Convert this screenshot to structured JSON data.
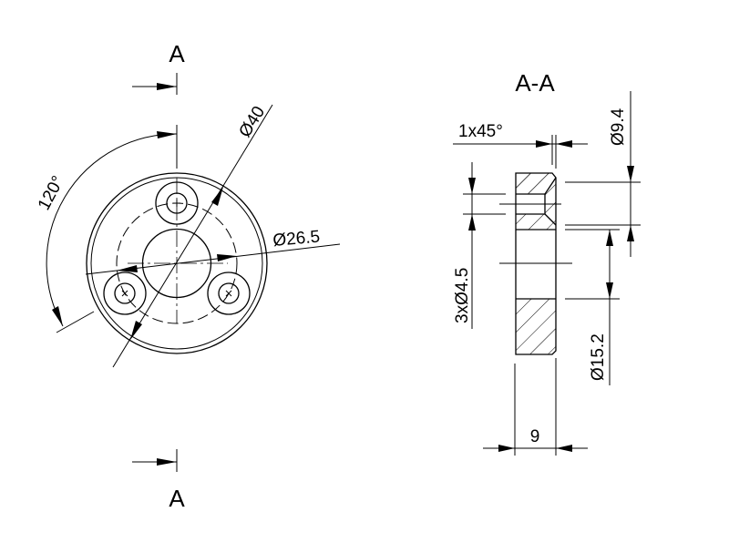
{
  "front_view": {
    "section_label_top": "A",
    "section_label_bottom": "A",
    "dim_outer_diameter": "Ø40",
    "dim_bolt_circle": "Ø26.5",
    "dim_angle": "120°"
  },
  "section_view": {
    "title": "A-A",
    "dim_chamfer": "1x45°",
    "dim_counterbore": "Ø9.4",
    "dim_holes": "3xØ4.5",
    "dim_bore": "Ø15.2",
    "dim_thickness": "9"
  }
}
